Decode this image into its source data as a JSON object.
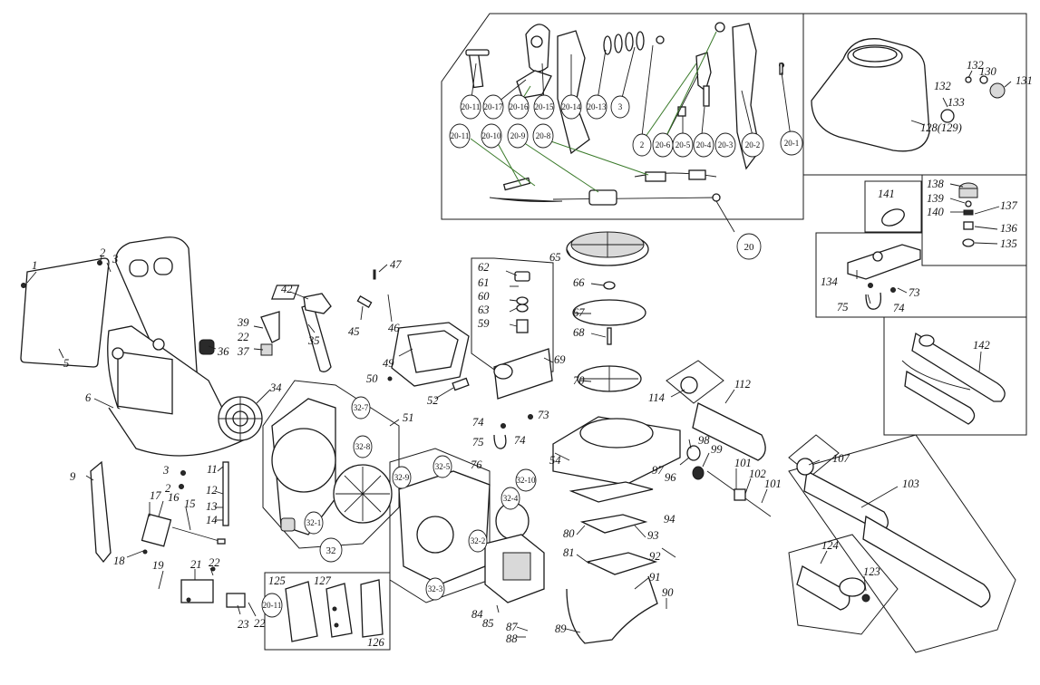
{
  "callouts": {
    "c1": "1",
    "c2": "2",
    "c3": "3",
    "c5": "5",
    "c6": "6",
    "c9": "9",
    "c2b": "2",
    "c3b": "3",
    "c11": "11",
    "c12": "12",
    "c13": "13",
    "c14": "14",
    "c15": "15",
    "c16": "16",
    "c17": "17",
    "c18": "18",
    "c19": "19",
    "c21": "21",
    "c22a": "22",
    "c22b": "22",
    "c22c": "22",
    "c23": "23",
    "c34": "34",
    "c35": "35",
    "c36": "36",
    "c37": "37",
    "c39": "39",
    "c42": "42",
    "c45": "45",
    "c46": "46",
    "c47": "47",
    "c49": "49",
    "c50": "50",
    "c51": "51",
    "c52": "52",
    "c54": "54",
    "c59": "59",
    "c60": "60",
    "c61": "61",
    "c62": "62",
    "c63": "63",
    "c65": "65",
    "c66": "66",
    "c67": "67",
    "c68": "68",
    "c69": "69",
    "c70": "70",
    "c73a": "73",
    "c73b": "73",
    "c74a": "74",
    "c74b": "74",
    "c74c": "74",
    "c75a": "75",
    "c75b": "75",
    "c76": "76",
    "c80": "80",
    "c81": "81",
    "c84": "84",
    "c85": "85",
    "c87": "87",
    "c88": "88",
    "c89": "89",
    "c90": "90",
    "c91": "91",
    "c92": "92",
    "c93": "93",
    "c94": "94",
    "c96": "96",
    "c97": "97",
    "c98": "98",
    "c99": "99",
    "c101a": "101",
    "c101b": "101",
    "c102": "102",
    "c103": "103",
    "c107": "107",
    "c112": "112",
    "c114": "114",
    "c123": "123",
    "c124": "124",
    "c125": "125",
    "c126": "126",
    "c127": "127",
    "c128": "128(129)",
    "c130": "130",
    "c131": "131",
    "c132a": "132",
    "c132b": "132",
    "c133": "133",
    "c134": "134",
    "c135": "135",
    "c136": "136",
    "c137": "137",
    "c138": "138",
    "c139": "139",
    "c140": "140",
    "c141": "141",
    "c142": "142"
  },
  "bubbles": {
    "b20": "20",
    "b32": "32",
    "b20_1": "20-1",
    "b20_2": "20-2",
    "b20_3": "20-3",
    "b20_4": "20-4",
    "b20_5": "20-5",
    "b20_6": "20-6",
    "b2": "2",
    "b3": "3",
    "b20_8": "20-8",
    "b20_9": "20-9",
    "b20_10": "20-10",
    "b20_11": "20-11",
    "b20_13": "20-13",
    "b20_14": "20-14",
    "b20_15": "20-15",
    "b20_16": "20-16",
    "b20_17": "20-17",
    "b20_11b": "20-11",
    "b32_1": "32-1",
    "b32_2": "32-2",
    "b32_3": "32-3",
    "b32_4": "32-4",
    "b32_5": "32-5",
    "b32_7": "32-7",
    "b32_8": "32-8",
    "b32_9": "32-9",
    "b32_10": "32-10"
  },
  "colors": {
    "ink": "#1a1a1a",
    "leader_green": "#3a7a2a",
    "background": "#ffffff"
  }
}
